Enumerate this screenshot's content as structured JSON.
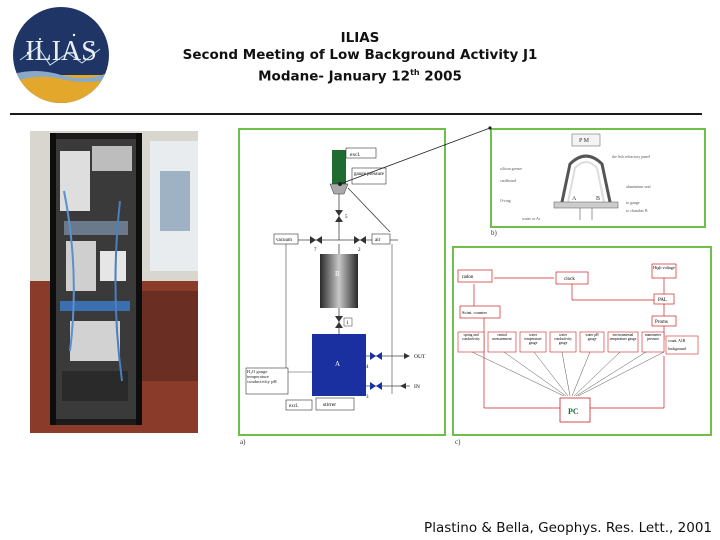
{
  "logo": {
    "text": "ILIAS"
  },
  "header": {
    "line1": "ILIAS",
    "line2": "Second Meeting of Low Background Activity J1",
    "line3_prefix": "Modane- January 12",
    "line3_sup": "th",
    "line3_suffix": " 2005"
  },
  "panel_a": {
    "caption": "a)",
    "labels": {
      "excl": "excl.",
      "gauge": "gauge pressure",
      "valve5": "5",
      "vacuum": "vacuum",
      "valve7": "7",
      "valve2": "2",
      "air": "air",
      "chamberB": "B",
      "valve1": "1",
      "chamberA": "A",
      "valve4": "4",
      "out": "OUT",
      "in": "IN",
      "valve3": "3",
      "sensors": "H₂O gauge temperature conductivity pH",
      "stirrer": "stirrer",
      "excl_bottom": "excl."
    }
  },
  "panel_b": {
    "caption": "b)",
    "labels": {
      "pm": "P M",
      "top_note": "the Ssh refractory panel",
      "l1": "silicon grease",
      "l2": "cardboard",
      "l3": "O-ring",
      "a": "A",
      "b": "B",
      "r1": "aluminium seal",
      "r2": "to gauge",
      "r3": "to chamber B",
      "bottom": "water or Ar"
    }
  },
  "panel_c": {
    "caption": "c)",
    "labels": {
      "radon": "radon",
      "clock": "clock",
      "hv": "High voltage",
      "pal": "PAL",
      "proms": "Proms",
      "scintillator": "Scint. counter",
      "pc": "PC",
      "count": "count. A1B"
    },
    "sensor_boxes": [
      "spring and conductivity",
      "central measurement",
      "water temperature gauge",
      "water conductivity gauge",
      "water pH gauge",
      "environmental temperature gauge",
      "manometer pressure",
      "background"
    ]
  },
  "footer": {
    "citation": "Plastino & Bella, Geophys. Res. Lett., 2001"
  },
  "colors": {
    "green_frame": "#6fbf4a",
    "red_line": "#cc2222",
    "blue_chamber": "#1a2fa0",
    "logo_navy": "#1f3566",
    "logo_gold": "#e3a82b"
  }
}
